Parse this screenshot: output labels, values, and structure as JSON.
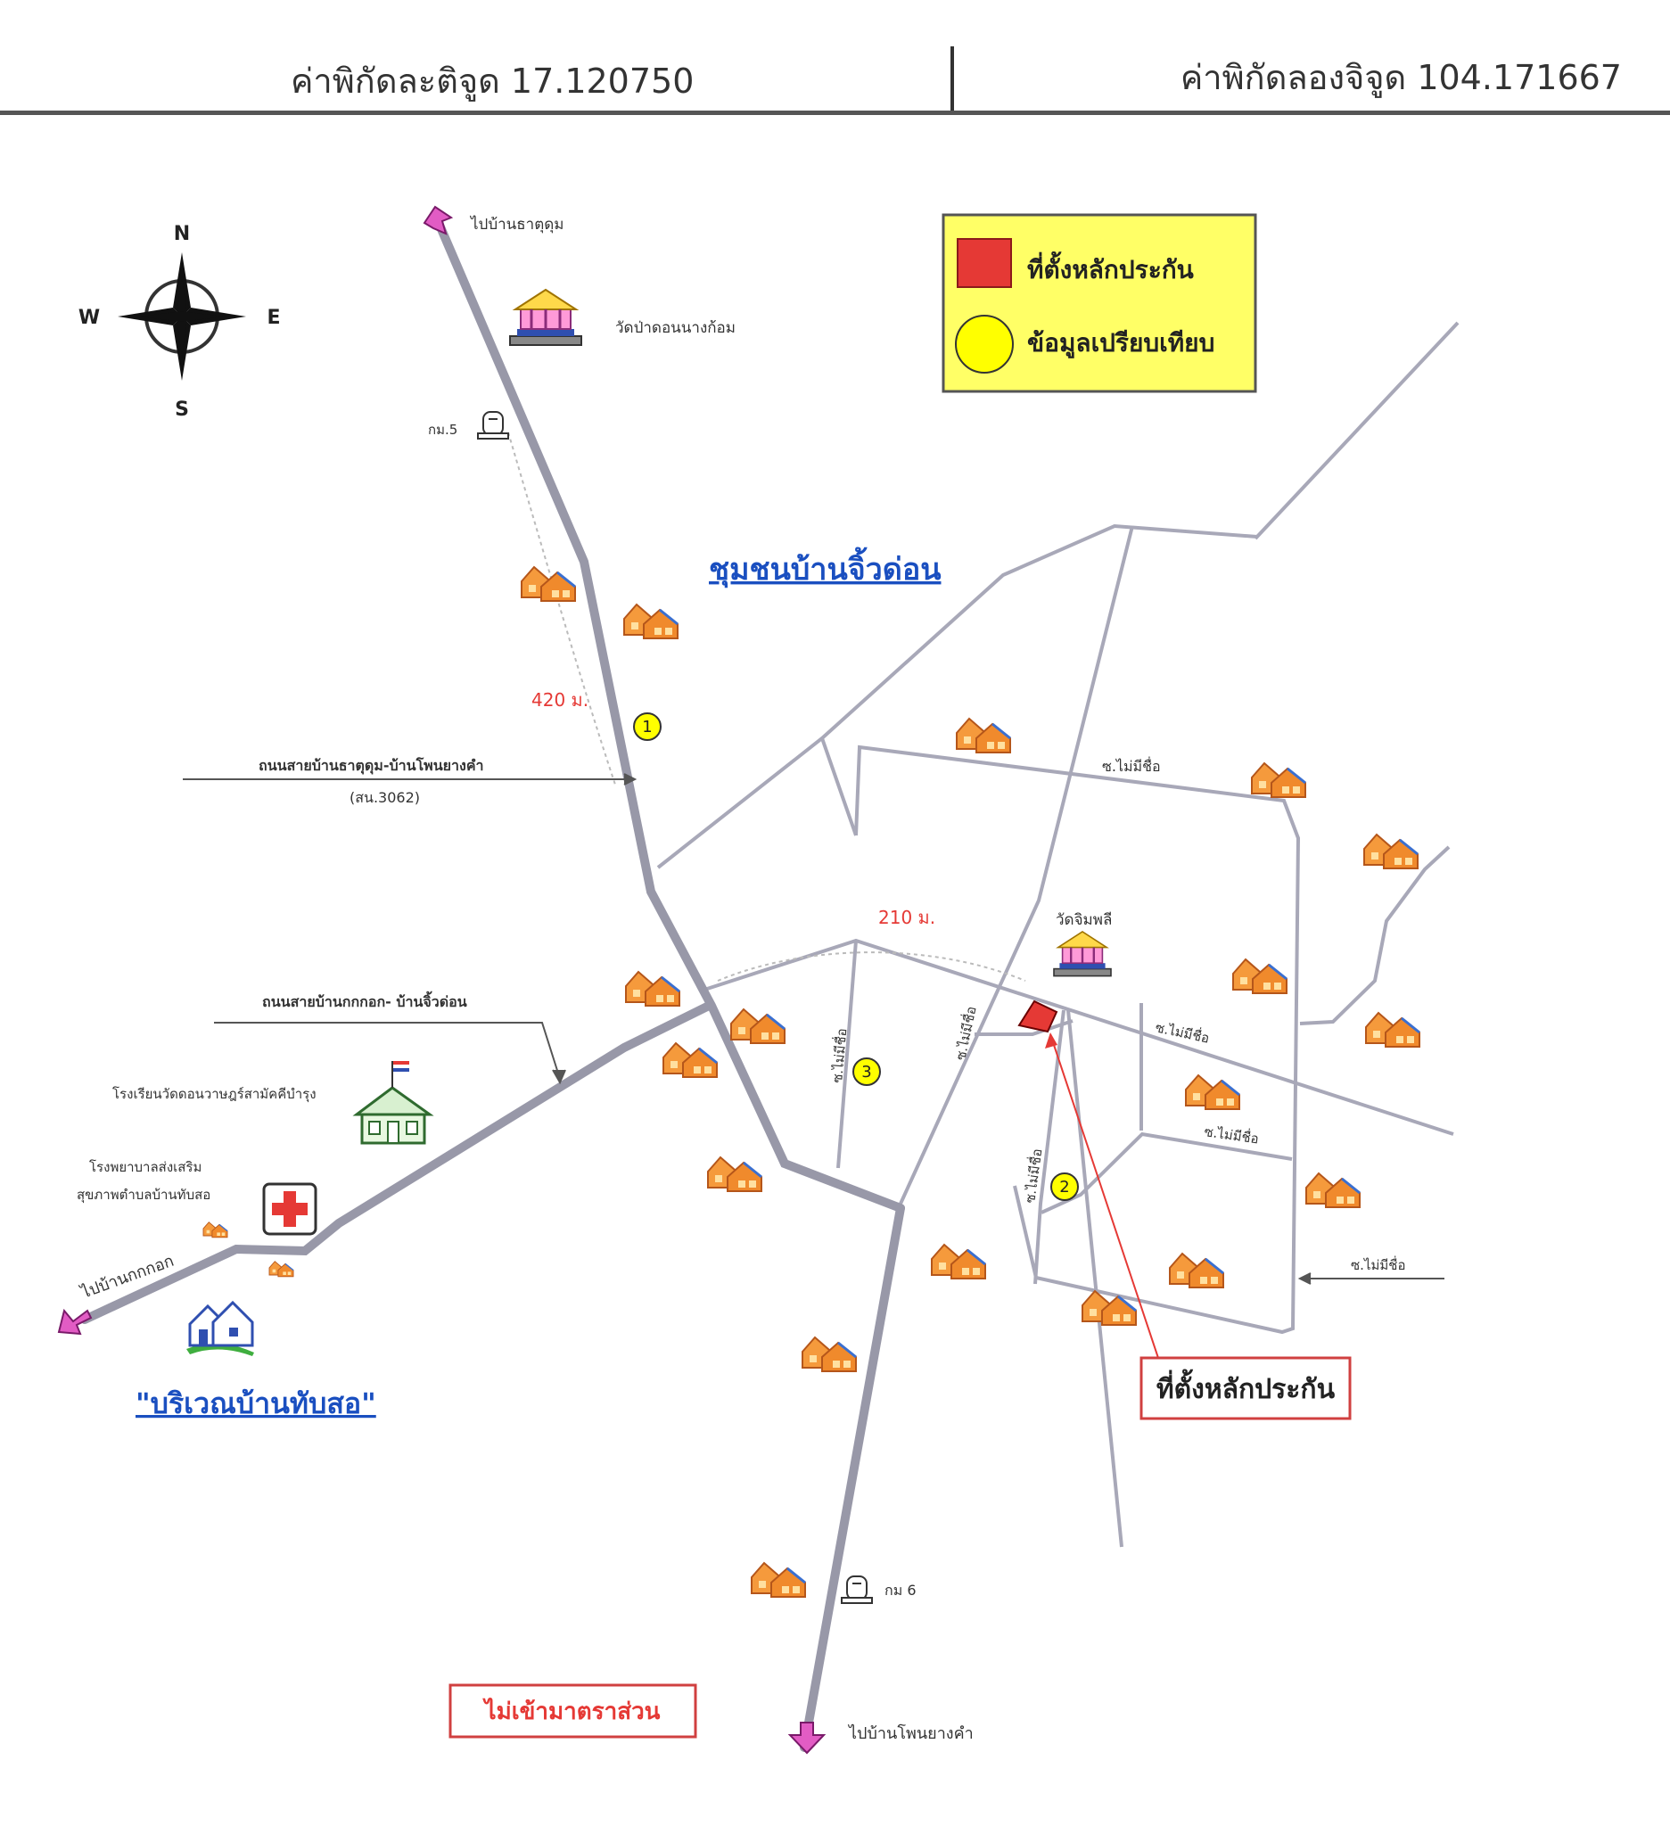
{
  "header": {
    "latitude_label": "ค่าพิกัดละติจูด 17.120750",
    "longitude_label": "ค่าพิกัดลองจิจูด 104.171667"
  },
  "compass": {
    "n": "N",
    "s": "S",
    "e": "E",
    "w": "W"
  },
  "legend": {
    "collateral_label": "ที่ตั้งหลักประกัน",
    "comparison_label": "ข้อมูลเปรียบเทียบ",
    "bg_color": "#ffff66",
    "collateral_color": "#e53935",
    "comparison_color": "#ffff00"
  },
  "labels": {
    "to_north": "ไปบ้านธาตุดุม",
    "temple_top": "วัดป่าดอนนางก้อม",
    "km5": "กม.5",
    "community": "ชุมชนบ้านจิ้วด่อน",
    "dist_420": "420 ม.",
    "road_main": "ถนนสายบ้านธาตุดุม-บ้านโพนยางคำ",
    "road_main_code": "(สน.3062)",
    "road_second": "ถนนสายบ้านกกกอก- บ้านจิ้วด่อน",
    "school": "โรงเรียนวัดดอนวาษฎร์สามัคคีบำรุง",
    "hospital_1": "โรงพยาบาลส่งเสริม",
    "hospital_2": "สุขภาพตำบลบ้านทับสอ",
    "to_west": "ไปบ้านกกกอก",
    "village_area": "\"บริเวณบ้านทับสอ\"",
    "dist_210": "210 ม.",
    "temple_mid": "วัดจิมพลี",
    "unnamed_1": "ซ.ไม่มีชื่อ",
    "unnamed_2": "ซ.ไม่มีชื่อ",
    "unnamed_3": "ซ.ไม่มีชื่อ",
    "unnamed_4": "ซ.ไม่มีชื่อ",
    "unnamed_5": "ซ.ไม่มีชื่อ",
    "unnamed_6": "ซ.ไม่มีชื่อ",
    "unnamed_7": "ซ.ไม่มีชื่อ",
    "collateral_callout": "ที่ตั้งหลักประกัน",
    "km6": "กม 6",
    "to_south": "ไปบ้านโพนยางคำ",
    "not_scale": "ไม่เข้ามาตราส่วน"
  },
  "comparisons": [
    "1",
    "2",
    "3"
  ]
}
